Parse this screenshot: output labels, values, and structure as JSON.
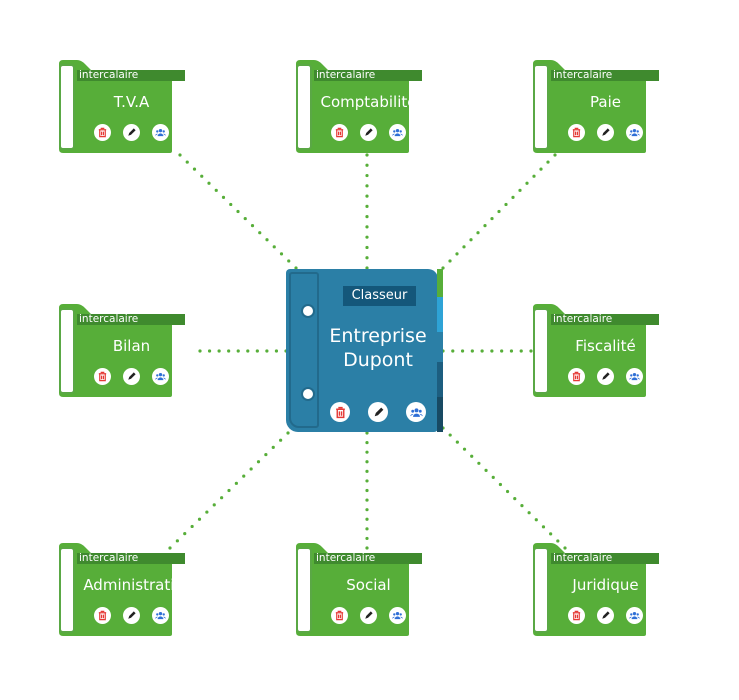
{
  "colors": {
    "folder_green": "#57ae39",
    "folder_tab_dark": "#3f8a2e",
    "link_dot": "#57ae39",
    "binder_blue": "#2b7fa6",
    "binder_tag": "#14577a",
    "delete_red": "#e53935",
    "edit_dark": "#222222",
    "share_blue": "#2f6fd6"
  },
  "binder": {
    "tag": "Classeur",
    "name_line1": "Entreprise",
    "name_line2": "Dupont",
    "actions": [
      "delete",
      "edit",
      "share"
    ]
  },
  "folders": [
    {
      "tag": "intercalaire",
      "title": "T.V.A",
      "position": "top-left"
    },
    {
      "tag": "intercalaire",
      "title": "Comptabilité",
      "position": "top-center"
    },
    {
      "tag": "intercalaire",
      "title": "Paie",
      "position": "top-right"
    },
    {
      "tag": "intercalaire",
      "title": "Bilan",
      "position": "middle-left"
    },
    {
      "tag": "intercalaire",
      "title": "Fiscalité",
      "position": "middle-right"
    },
    {
      "tag": "intercalaire",
      "title": "Administratif",
      "position": "bottom-left"
    },
    {
      "tag": "intercalaire",
      "title": "Social",
      "position": "bottom-center"
    },
    {
      "tag": "intercalaire",
      "title": "Juridique",
      "position": "bottom-right"
    }
  ],
  "icons": {
    "delete": "trash-icon",
    "edit": "pencil-icon",
    "share": "users-icon"
  }
}
